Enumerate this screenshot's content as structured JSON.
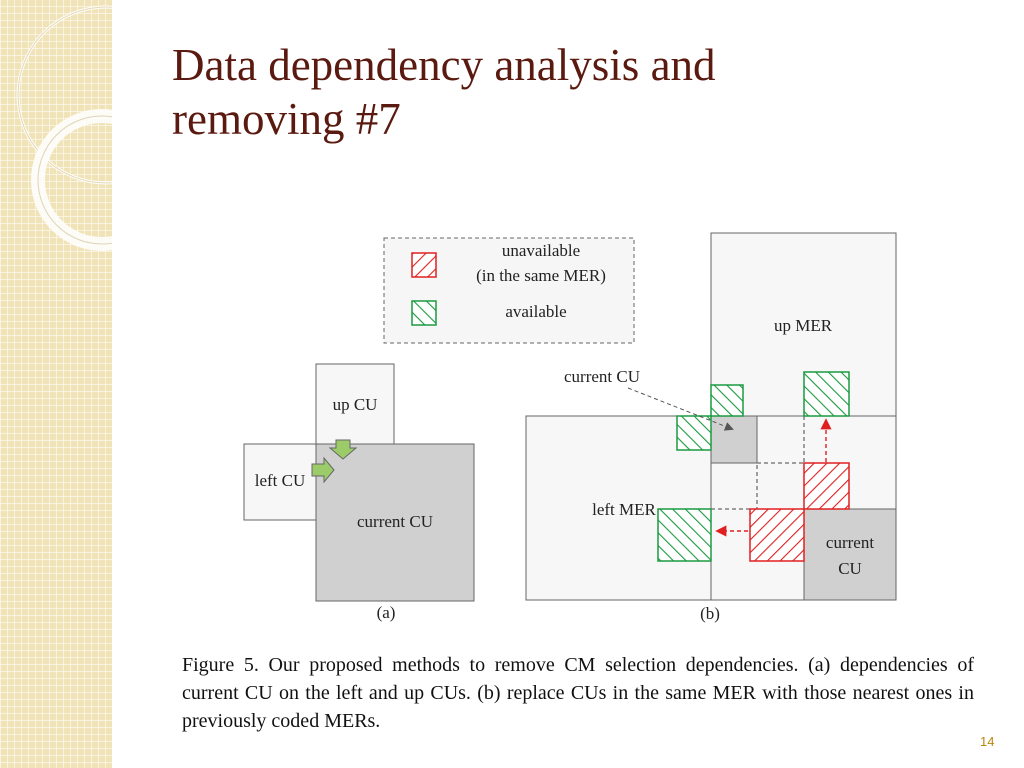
{
  "slide": {
    "title_line1": "Data dependency analysis and",
    "title_line2": "removing #7",
    "page_number": "14",
    "accent_colors": {
      "title": "#5a1a10",
      "sidebar": "#f1e3b8",
      "page_number": "#b8860b"
    }
  },
  "figure": {
    "legend": {
      "unavailable_line1": "unavailable",
      "unavailable_line2": "(in the same MER)",
      "available": "available"
    },
    "panel_a": {
      "up_cu": "up CU",
      "left_cu": "left CU",
      "current_cu": "current CU",
      "label": "(a)"
    },
    "panel_b": {
      "up_mer": "up MER",
      "current_cu_callout": "current CU",
      "left_mer": "left MER",
      "current_cu_line1": "current",
      "current_cu_line2": "CU",
      "label": "(b)"
    },
    "colors": {
      "unavailable": "#e02020",
      "available": "#1a9a40",
      "cu_fill": "#d0d0d0",
      "arrow_fill": "#9ccc6a"
    }
  },
  "caption": "Figure 5. Our proposed methods to remove CM selection dependencies. (a) dependencies of current CU on the left and up CUs. (b) replace CUs in the same MER with those nearest ones in previously coded MERs."
}
